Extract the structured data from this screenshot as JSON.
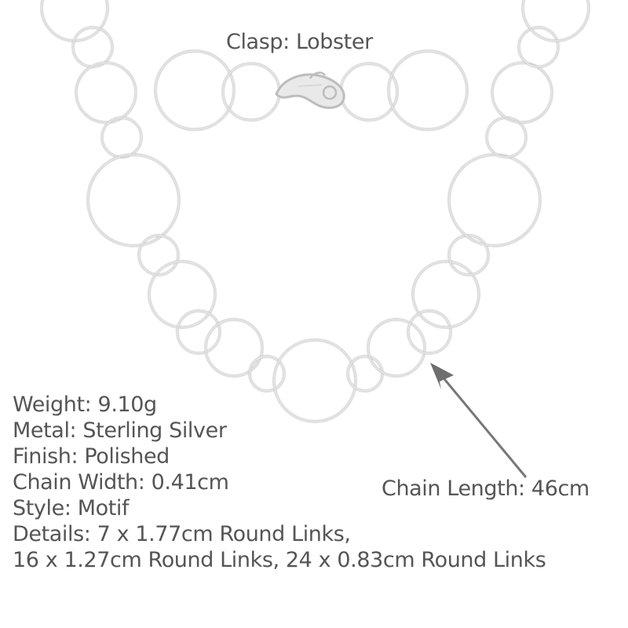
{
  "image": {
    "subject": "sterling silver round-link chain necklace",
    "background_color": "#ffffff",
    "text_color": "#555555",
    "metal_color": "#c8c8c8"
  },
  "labels": {
    "clasp": "Clasp: Lobster",
    "chain_length": "Chain Length: 46cm"
  },
  "specs": {
    "weight": "Weight: 9.10g",
    "metal": "Metal: Sterling Silver",
    "finish": "Finish: Polished",
    "chain_width": "Chain Width: 0.41cm",
    "style": "Style: Motif",
    "details_line1": "Details: 7 x 1.77cm Round Links,",
    "details_line2": "16 x 1.27cm Round Links, 24 x 0.83cm Round Links"
  }
}
